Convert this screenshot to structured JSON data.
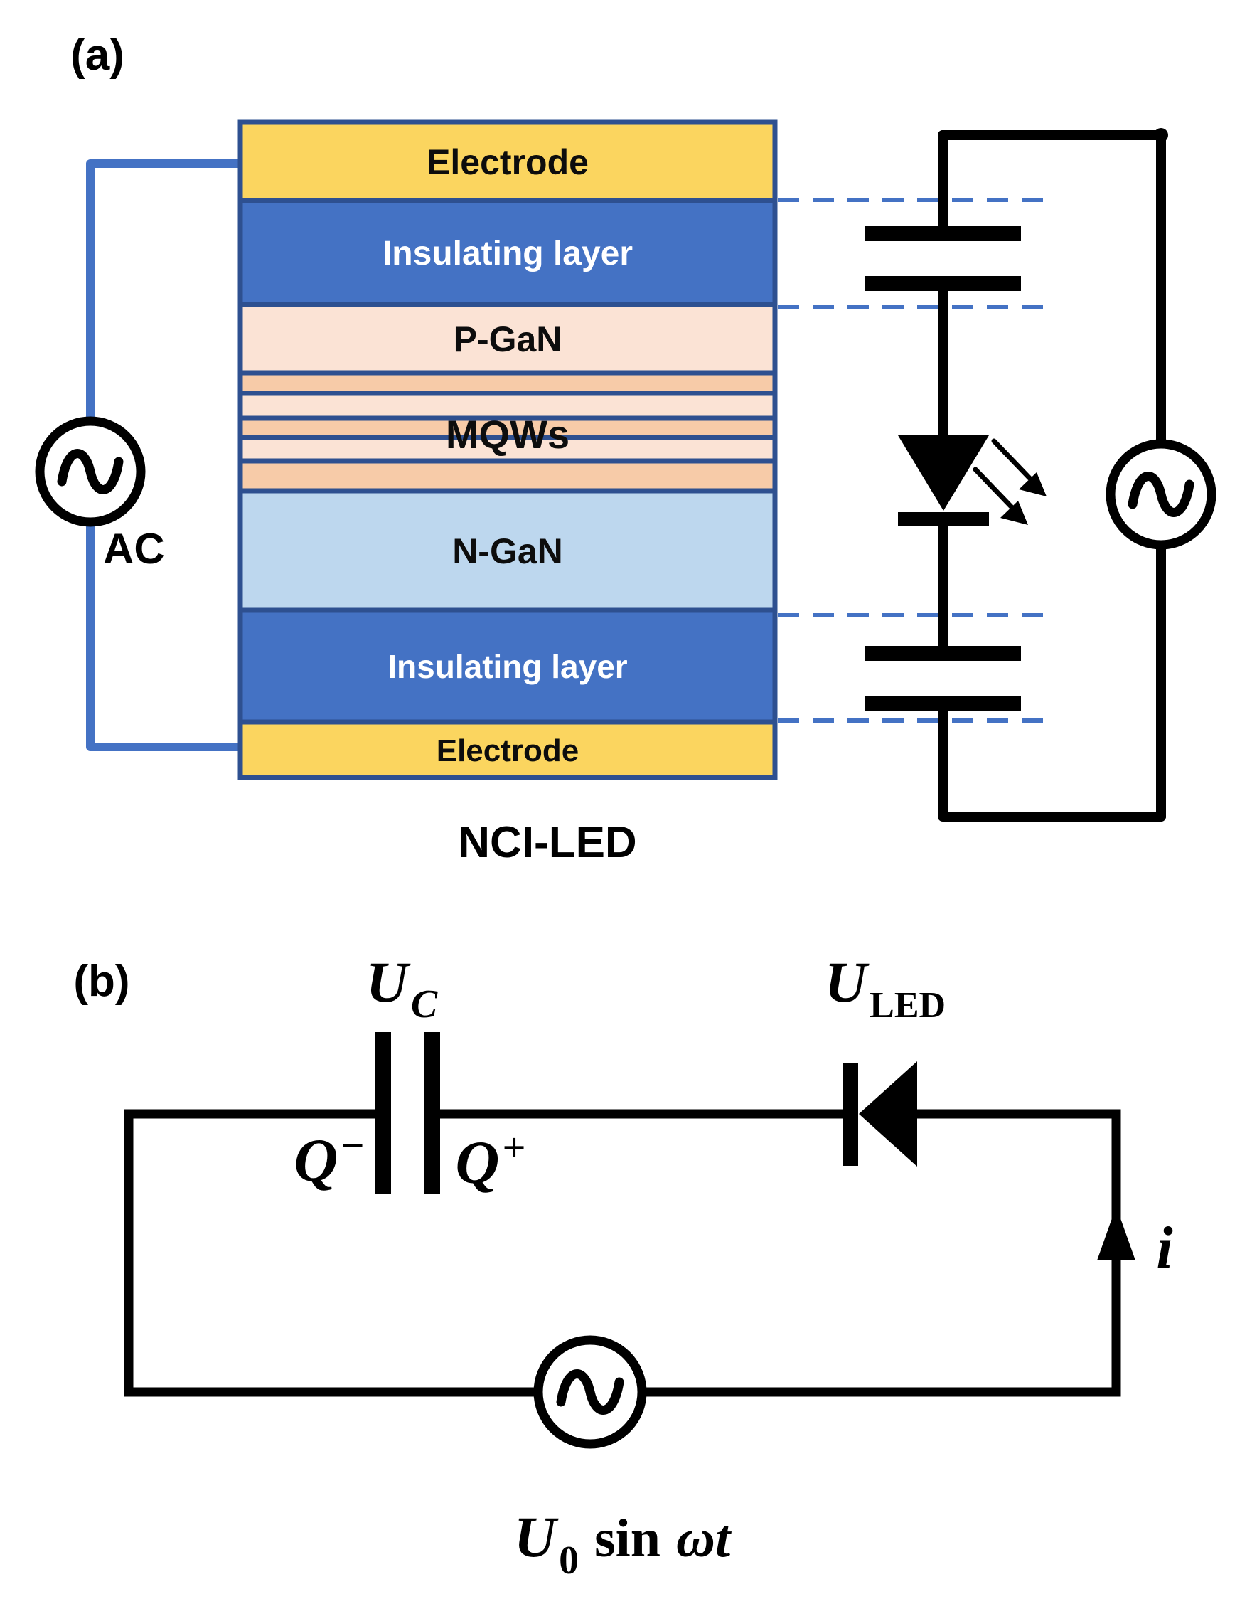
{
  "colors": {
    "electrode_fill": "#FBD55F",
    "insulating_fill": "#4472C4",
    "pgan_fill": "#FBE3D5",
    "mqw_light_fill": "#FBE3D5",
    "mqw_dark_fill": "#F7CBA8",
    "ngan_fill": "#BDD7EE",
    "layer_border": "#2E5090",
    "wire_blue": "#4472C4",
    "circuit_black": "#000000"
  },
  "panel_a": {
    "label": "(a)",
    "ac_source_label": "AC",
    "device_label": "NCI-LED",
    "layers": {
      "electrode_top": "Electrode",
      "insulating_top": "Insulating layer",
      "pgan": "P-GaN",
      "mqws": "MQWs",
      "ngan": "N-GaN",
      "insulating_bottom": "Insulating layer",
      "electrode_bottom": "Electrode"
    }
  },
  "panel_b": {
    "label": "(b)",
    "capacitor_voltage": {
      "base": "U",
      "sub": "C"
    },
    "led_voltage": {
      "base": "U",
      "sub": "LED"
    },
    "charge_left": {
      "base": "Q",
      "sup": "−"
    },
    "charge_right": {
      "base": "Q",
      "sup": "+"
    },
    "current_label": "i",
    "source_label": {
      "base": "U",
      "sub": "0",
      "fn": "sin",
      "arg": "ωt"
    }
  }
}
